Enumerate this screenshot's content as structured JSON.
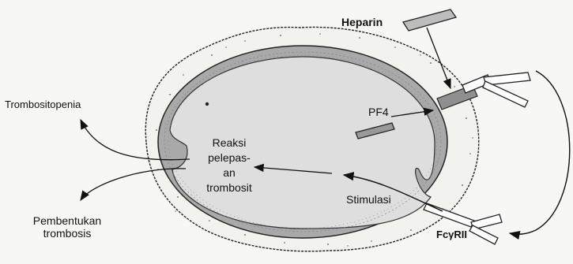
{
  "labels": {
    "heparin": "Heparin",
    "pf4": "PF4",
    "trombositopenia": "Trombositopenia",
    "reaksi": [
      "Reaksi",
      "pelepas-",
      "an",
      "trombosit"
    ],
    "stimulasi": "Stimulasi",
    "fcyrii": "FcγRII",
    "pembentukan": [
      "Pembentukan",
      "trombosis"
    ]
  },
  "colors": {
    "background": "#f7f7f5",
    "outline": "#222222",
    "membrane": "#a9a9a9",
    "cytoplasm": "#d9d9d9",
    "receptor_fill": "#ffffff",
    "heparin_fill": "#bdbdbd",
    "pf4_fill": "#999999"
  }
}
